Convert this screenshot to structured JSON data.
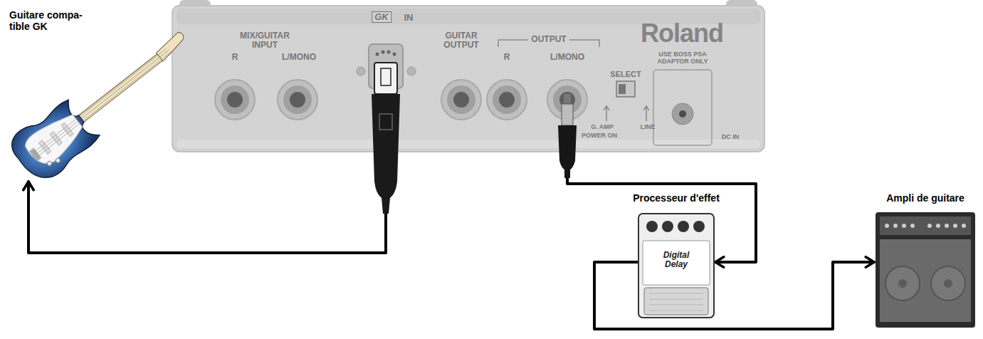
{
  "diagram": {
    "nodes": [
      {
        "text": [
          "Guitare compa- tible GK"
        ]
      },
      {
        "text": [
          "Roland"
        ]
      },
      {
        "text": [
          "Processeur d'effet"
        ]
      },
      {
        "text": [
          "Ampli de guitare"
        ]
      }
    ],
    "edges": [
      {
        "from": 1,
        "to": 0,
        "arrow": "to"
      },
      {
        "from": 1,
        "to": 2,
        "arrow": "to"
      },
      {
        "from": 2,
        "to": 3,
        "arrow": "to"
      }
    ],
    "labels": [
      "MIX/GUITAR INPUT",
      "R",
      "L/MONO",
      "GK",
      "IN",
      "GUITAR OUTPUT",
      "OUTPUT",
      "R",
      "L/MONO",
      "SELECT",
      "G. AMP",
      "LINE",
      "POWER ON",
      "USE BOSS PSA ADAPTOR ONLY",
      "DC IN",
      "Digital Delay"
    ]
  }
}
